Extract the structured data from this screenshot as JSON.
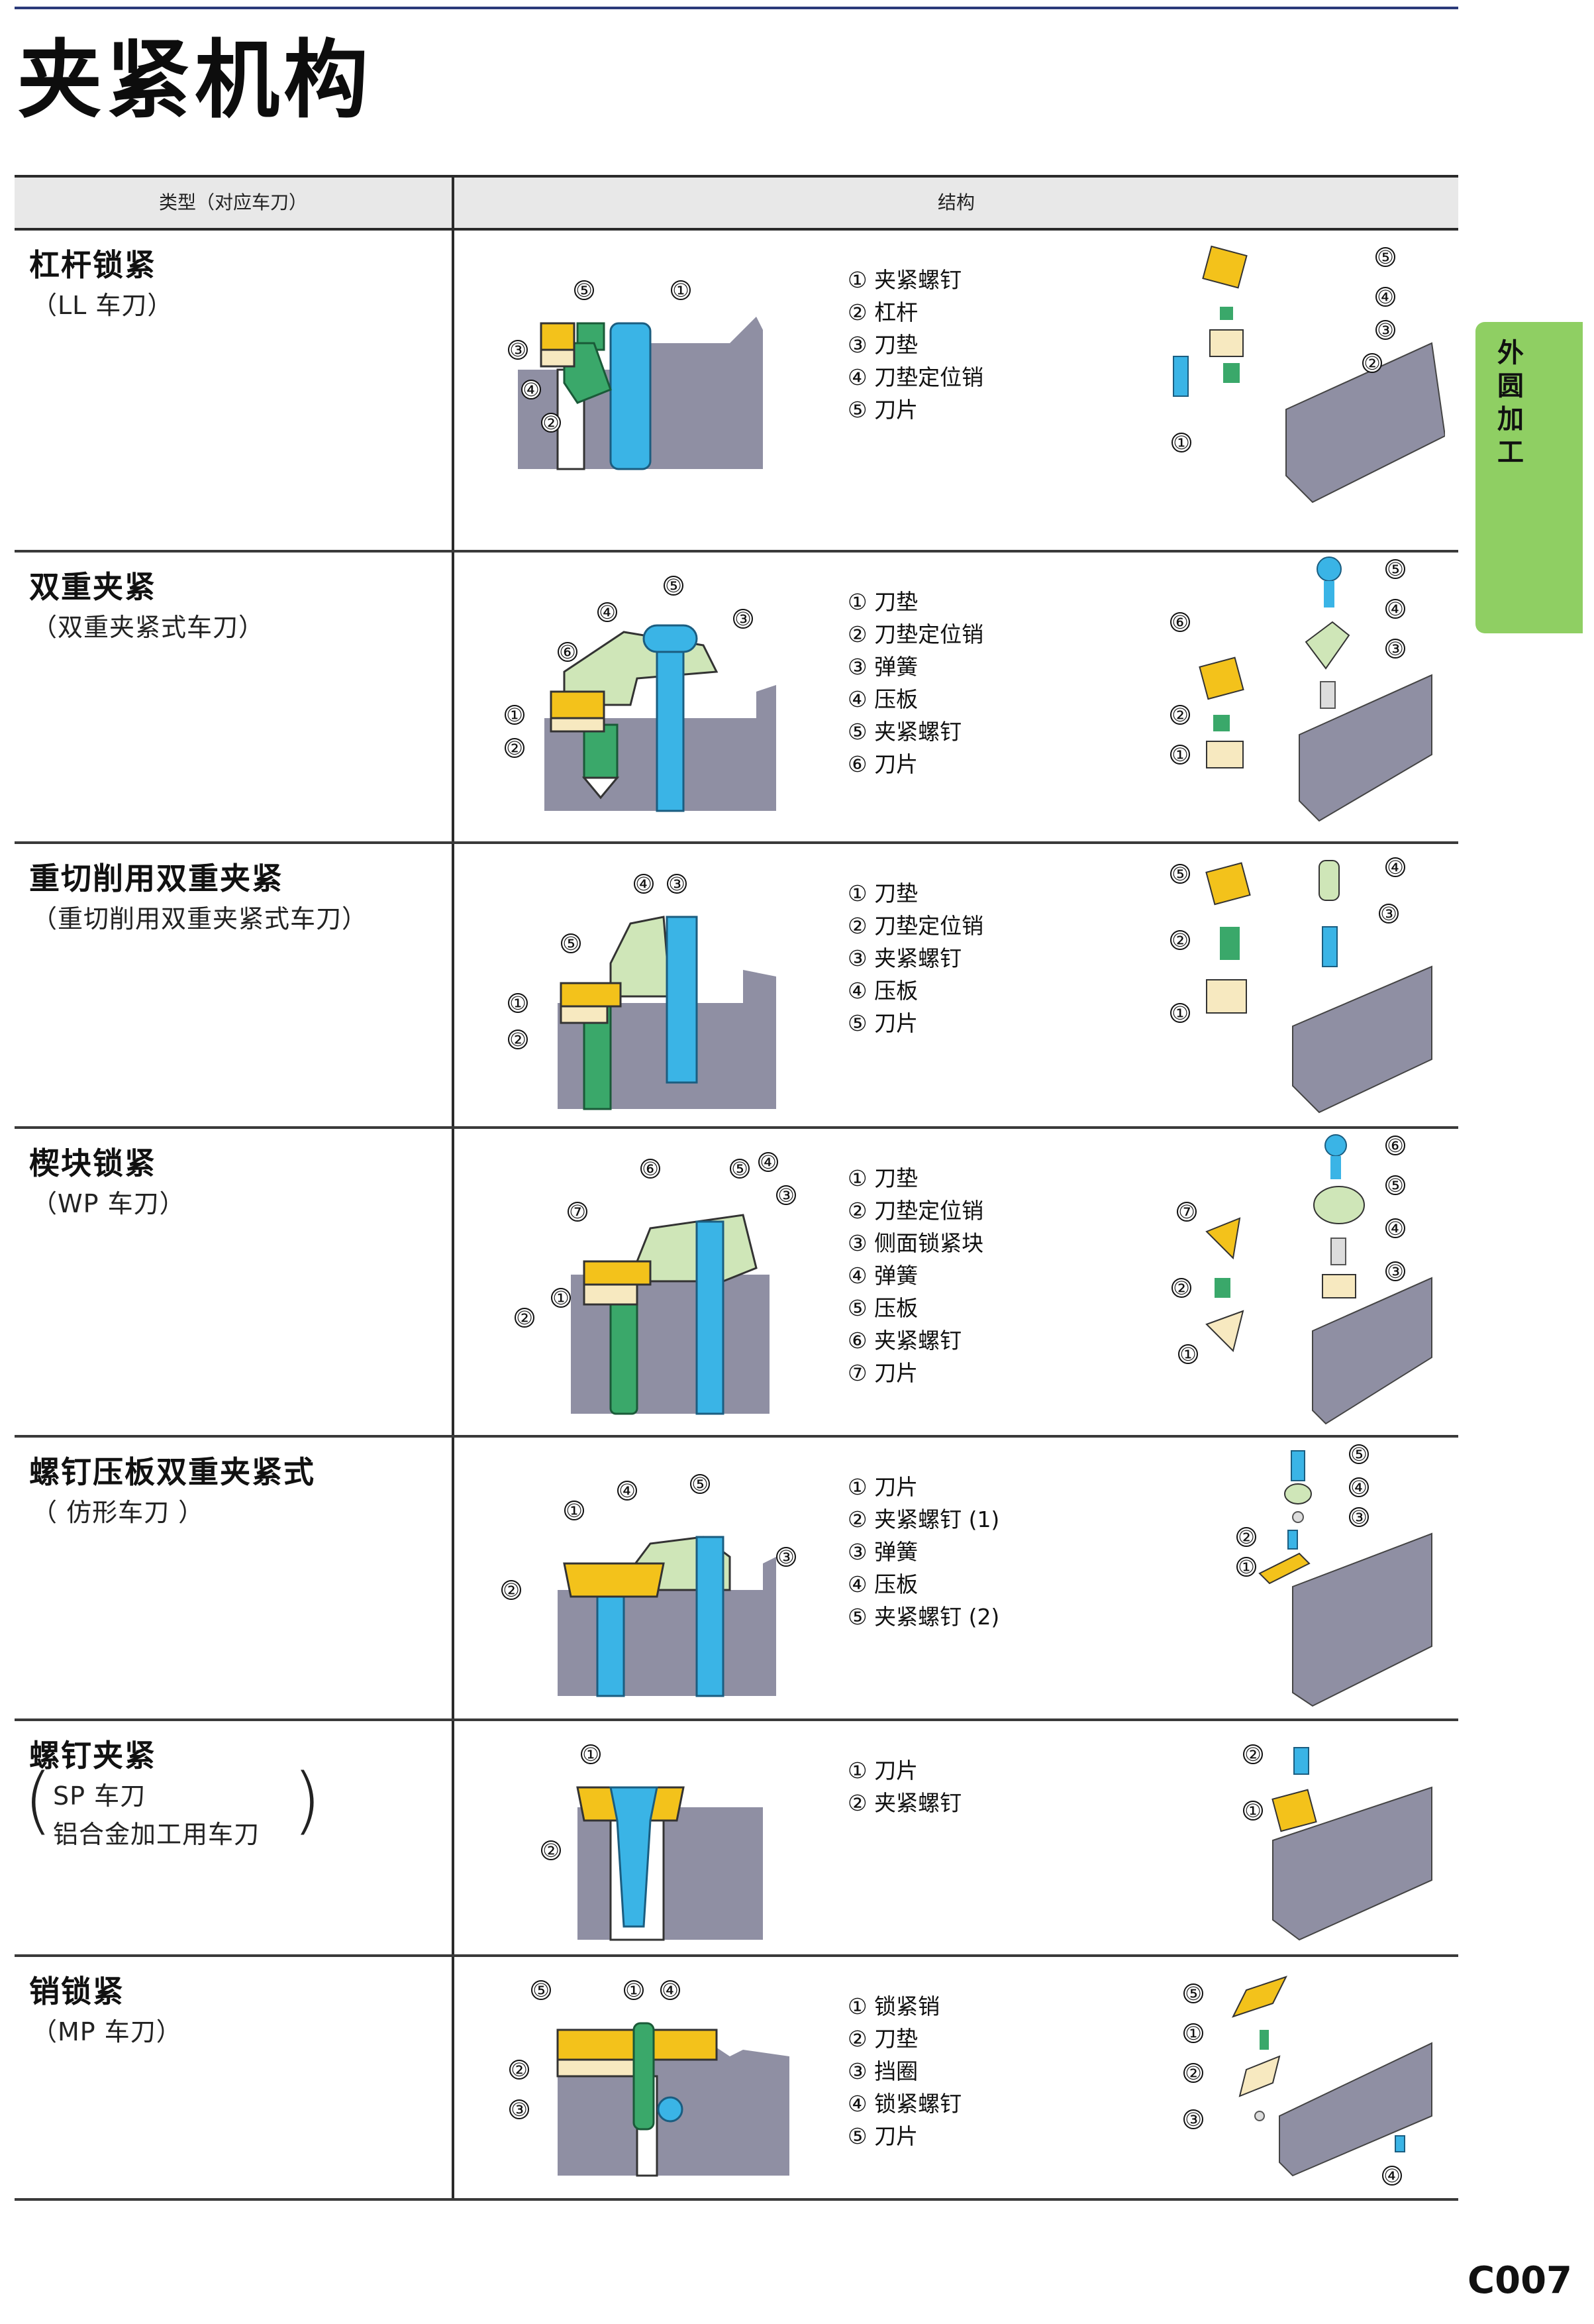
{
  "page": {
    "title": "夹紧机构",
    "side_tab": "外圆加工",
    "page_number": "C007"
  },
  "table": {
    "headers": {
      "type": "类型（对应车刀）",
      "structure": "结构"
    },
    "rows": [
      {
        "name": "杠杆锁紧",
        "sub": "（LL 车刀）",
        "parts": [
          "① 夹紧螺钉",
          "② 杠杆",
          "③ 刀垫",
          "④ 刀垫定位销",
          "⑤ 刀片"
        ],
        "diagram_labels": [
          "⑤",
          "①",
          "③",
          "④",
          "②"
        ],
        "exploded_labels": [
          "⑤",
          "④",
          "③",
          "②",
          "①"
        ]
      },
      {
        "name": "双重夹紧",
        "sub": "（双重夹紧式车刀）",
        "parts": [
          "① 刀垫",
          "② 刀垫定位销",
          "③ 弹簧",
          "④ 压板",
          "⑤ 夹紧螺钉",
          "⑥ 刀片"
        ],
        "diagram_labels": [
          "⑤",
          "④",
          "③",
          "⑥",
          "①",
          "②"
        ],
        "exploded_labels": [
          "⑤",
          "⑥",
          "④",
          "③",
          "②",
          "①"
        ]
      },
      {
        "name": "重切削用双重夹紧",
        "sub": "（重切削用双重夹紧式车刀）",
        "parts": [
          "① 刀垫",
          "② 刀垫定位销",
          "③ 夹紧螺钉",
          "④ 压板",
          "⑤ 刀片"
        ],
        "diagram_labels": [
          "④",
          "③",
          "⑤",
          "①",
          "②"
        ],
        "exploded_labels": [
          "⑤",
          "④",
          "③",
          "②",
          "①"
        ]
      },
      {
        "name": "楔块锁紧",
        "sub": "（WP 车刀）",
        "parts": [
          "① 刀垫",
          "② 刀垫定位销",
          "③ 侧面锁紧块",
          "④ 弹簧",
          "⑤ 压板",
          "⑥ 夹紧螺钉",
          "⑦ 刀片"
        ],
        "diagram_labels": [
          "⑥",
          "⑤",
          "④",
          "⑦",
          "③",
          "①",
          "②"
        ],
        "exploded_labels": [
          "⑥",
          "⑤",
          "⑦",
          "④",
          "③",
          "②",
          "①"
        ]
      },
      {
        "name": "螺钉压板双重夹紧式",
        "sub": "（ 仿形车刀 ）",
        "parts": [
          "① 刀片",
          "② 夹紧螺钉 (1)",
          "③ 弹簧",
          "④ 压板",
          "⑤ 夹紧螺钉 (2)"
        ],
        "diagram_labels": [
          "⑤",
          "④",
          "①",
          "③",
          "②"
        ],
        "exploded_labels": [
          "⑤",
          "④",
          "③",
          "②",
          "①"
        ]
      },
      {
        "name": "螺钉夹紧",
        "sub": "SP 车刀",
        "sub2": "铝合金加工用车刀",
        "parts": [
          "① 刀片",
          "② 夹紧螺钉"
        ],
        "diagram_labels": [
          "①",
          "②"
        ],
        "exploded_labels": [
          "②",
          "①"
        ]
      },
      {
        "name": "销锁紧",
        "sub": "（MP 车刀）",
        "parts": [
          "① 锁紧销",
          "② 刀垫",
          "③ 挡圈",
          "④ 锁紧螺钉",
          "⑤ 刀片"
        ],
        "diagram_labels": [
          "⑤",
          "①",
          "④",
          "②",
          "③"
        ],
        "exploded_labels": [
          "⑤",
          "①",
          "②",
          "③",
          "④"
        ]
      }
    ]
  },
  "colors": {
    "insert": "#f3c21b",
    "screw": "#3ab4e6",
    "shim": "#f7e9c0",
    "lever_pin": "#3aa86a",
    "clamp": "#cfe6b8",
    "holder": "#8f8fa3",
    "tab": "#8fcf63"
  }
}
